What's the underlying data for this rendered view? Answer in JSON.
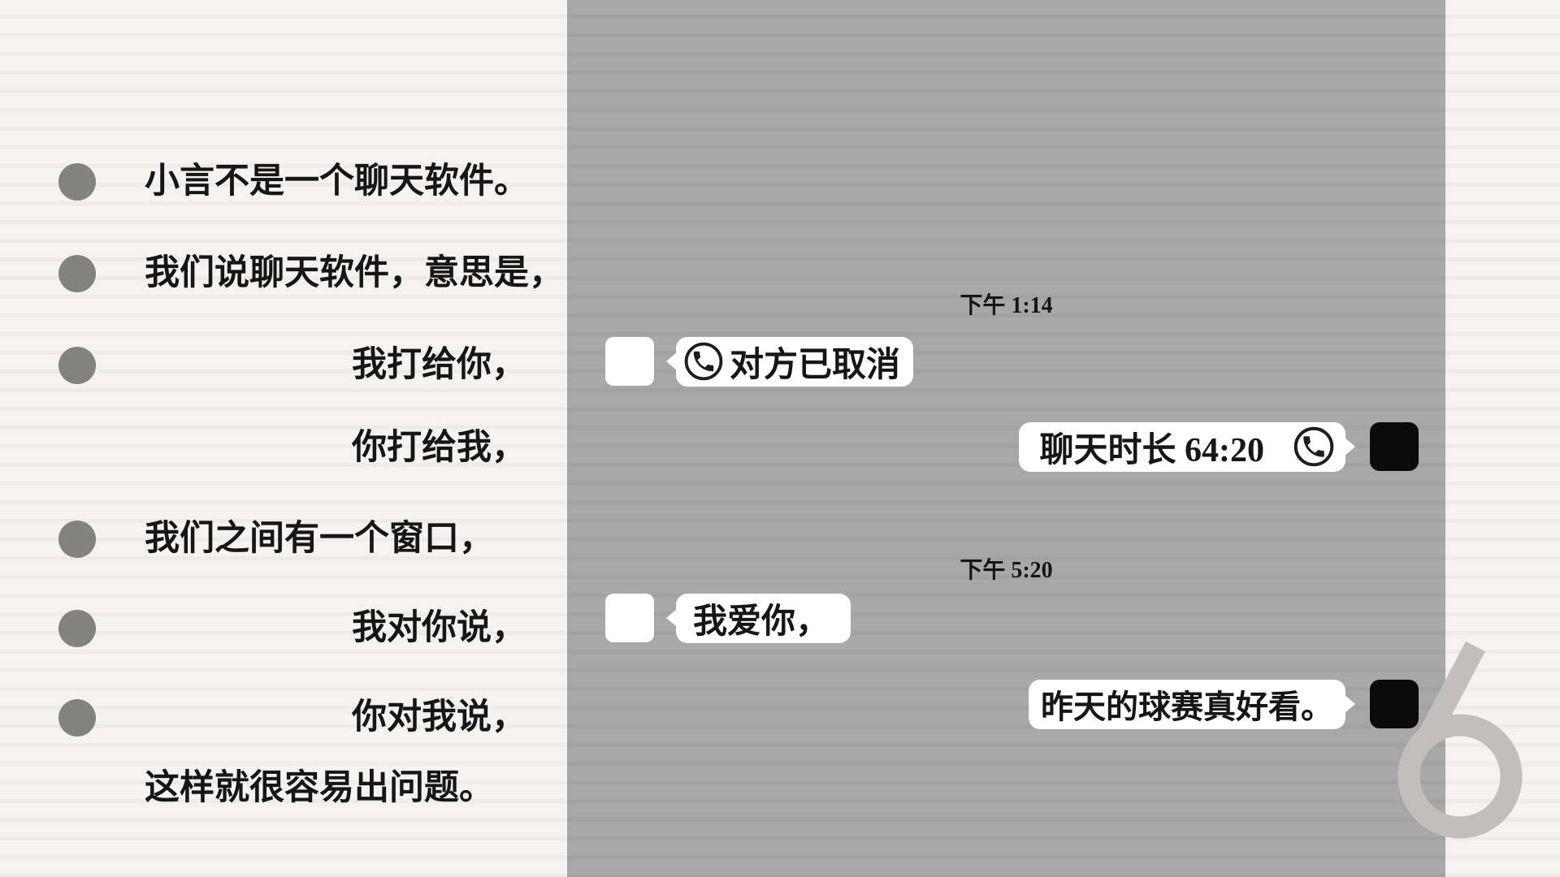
{
  "page_number": "6",
  "left_panel": {
    "lines": [
      {
        "text": "小言不是一个聊天软件。",
        "bullet": true,
        "align": "left"
      },
      {
        "text": "我们说聊天软件，意思是，",
        "bullet": true,
        "align": "left"
      },
      {
        "text": "我打给你，",
        "bullet": true,
        "align": "right"
      },
      {
        "text": "你打给我，",
        "bullet": false,
        "align": "right"
      },
      {
        "text": "我们之间有一个窗口，",
        "bullet": true,
        "align": "left"
      },
      {
        "text": "我对你说，",
        "bullet": true,
        "align": "right"
      },
      {
        "text": "你对我说，",
        "bullet": true,
        "align": "right"
      },
      {
        "text": "这样就很容易出问题。",
        "bullet": false,
        "align": "left"
      }
    ]
  },
  "chat": {
    "timestamps": [
      "下午 1:14",
      "下午 5:20"
    ],
    "messages": [
      {
        "side": "left",
        "icon": "phone-call-icon",
        "text": "对方已取消"
      },
      {
        "side": "right",
        "icon": "phone-call-icon",
        "text": "聊天时长 64:20"
      },
      {
        "side": "left",
        "icon": "",
        "text": "我爱你，"
      },
      {
        "side": "right",
        "icon": "",
        "text": "昨天的球赛真好看。"
      }
    ]
  },
  "colors": {
    "background": "#f4f3f2",
    "background_stripe": "#edecea",
    "chat_background": "#a9a8a8",
    "chat_stripe": "#a3a2a2",
    "bubble": "#ffffff",
    "avatar_left": "#ffffff",
    "avatar_right": "#0b0b0b",
    "bullet": "#828281",
    "text": "#161616",
    "watermark": "#c0bfbe"
  }
}
